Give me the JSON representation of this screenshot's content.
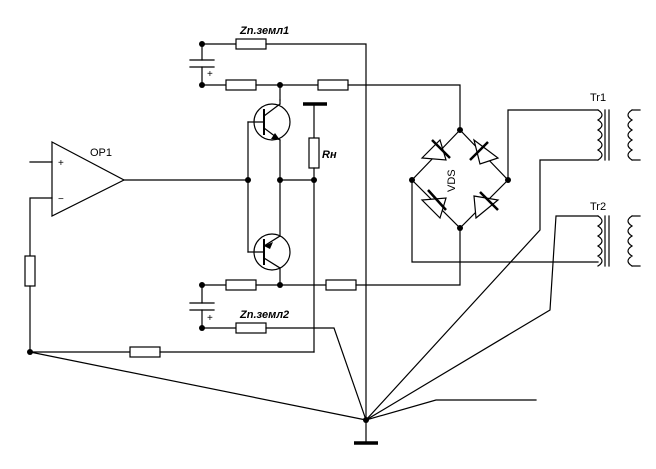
{
  "labels": {
    "zn_zeml1": "Zn.земл1",
    "zn_zeml2": "Zn.земл2",
    "op1": "OP1",
    "rn": "Rн",
    "vds": "VDS",
    "tr1": "Tr1",
    "tr2": "Tr2",
    "plus": "+",
    "minus": "−"
  }
}
